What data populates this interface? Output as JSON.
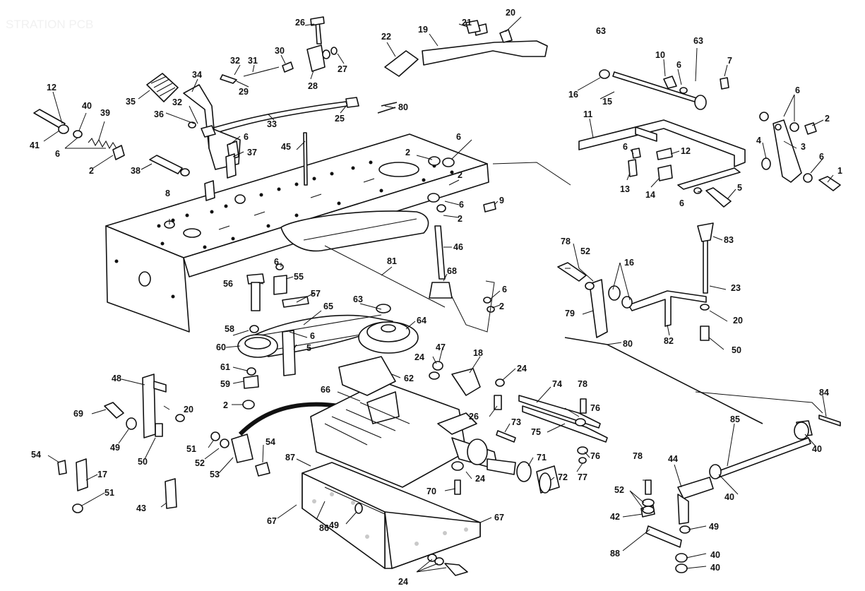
{
  "watermark": {
    "text": "STRATION PCB"
  },
  "callouts": [
    "1",
    "2",
    "3",
    "4",
    "5",
    "6",
    "7",
    "8",
    "9",
    "10",
    "11",
    "12",
    "13",
    "14",
    "15",
    "16",
    "17",
    "18",
    "19",
    "20",
    "21",
    "22",
    "23",
    "24",
    "25",
    "26",
    "27",
    "28",
    "29",
    "30",
    "31",
    "32",
    "33",
    "34",
    "35",
    "36",
    "37",
    "38",
    "39",
    "40",
    "41",
    "42",
    "43",
    "44",
    "45",
    "46",
    "47",
    "48",
    "49",
    "50",
    "51",
    "52",
    "53",
    "54",
    "55",
    "56",
    "57",
    "58",
    "59",
    "60",
    "61",
    "62",
    "63",
    "64",
    "65",
    "66",
    "67",
    "68",
    "69",
    "70",
    "71",
    "72",
    "73",
    "74",
    "75",
    "76",
    "77",
    "78",
    "79",
    "80",
    "81",
    "82",
    "83",
    "84",
    "85",
    "86",
    "87",
    "88"
  ],
  "colors": {
    "ink": "#111111",
    "paper": "#ffffff",
    "speckle": "#c9c9c9"
  }
}
